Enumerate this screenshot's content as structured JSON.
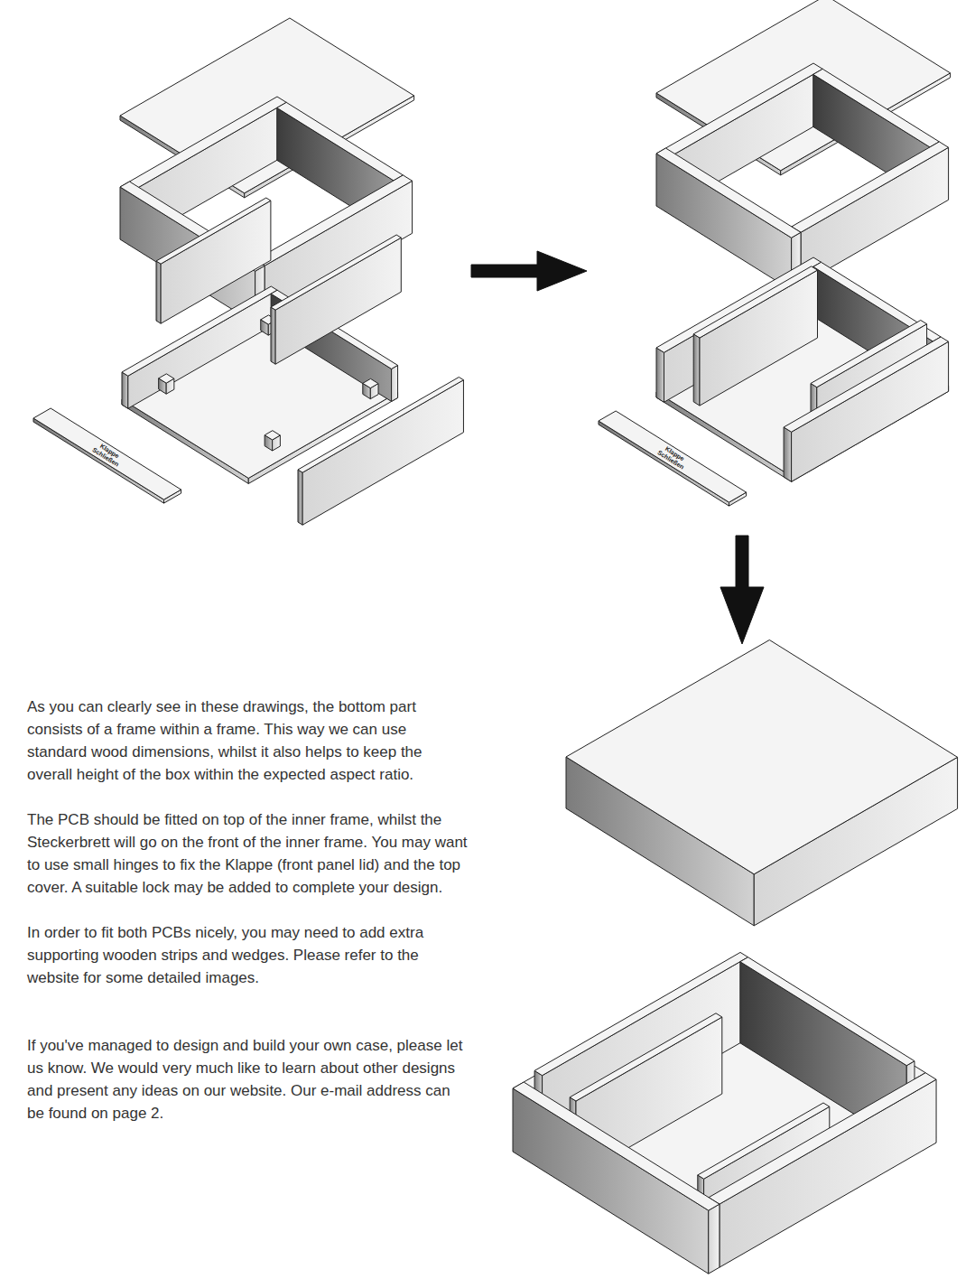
{
  "diagram": {
    "labels": [
      "Klappe Schließen",
      "Klappe Schließen",
      "As you can clearly see in these drawings, the bottom part consists of a frame within a frame. This way we can use standard wood dimensions, whilst it also helps to keep the overall height of the box within the expected aspect ratio.",
      "The PCB should be fitted on top of the inner frame, whilst the Steckerbrett will go on the front of the inner frame. You may want to use small hinges to fix the Klappe (front panel lid) and the top cover. A suitable lock may be added to complete your design.",
      "In order to fit both PCBs nicely, you may need to add extra supporting wooden strips and wedges. Please refer to the website for some detailed images.",
      "If you've managed to design and build your own case, please let us know. We would very much like to learn about other designs and present any ideas on our website. Our e-mail address can be found on page 2."
    ]
  }
}
